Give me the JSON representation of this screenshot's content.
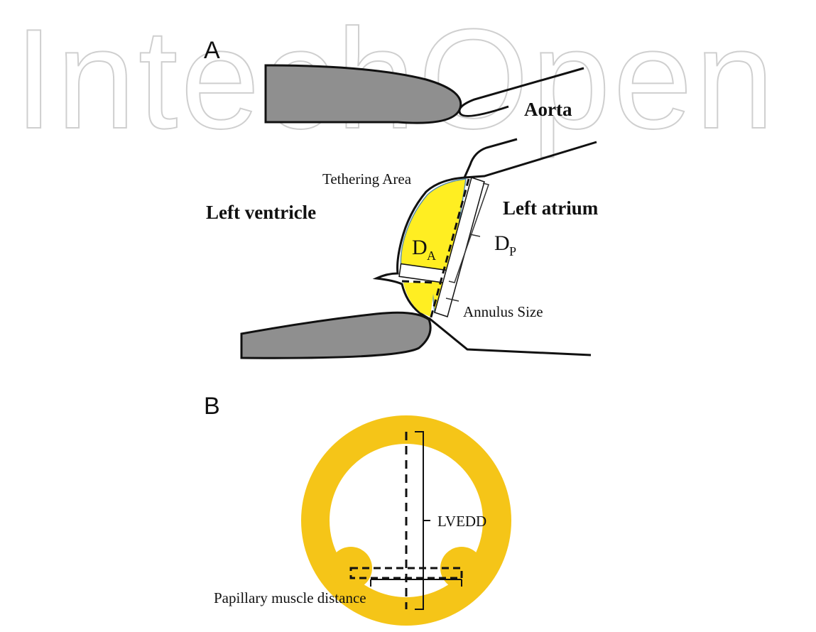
{
  "watermark": {
    "text": "IntechOpen",
    "color": "#cfcfcf"
  },
  "panel_a": {
    "letter": "A",
    "labels": {
      "aorta": "Aorta",
      "left_ventricle": "Left ventricle",
      "left_atrium": "Left atrium",
      "tethering_area": "Tethering Area",
      "annulus_size": "Annulus Size",
      "da_main": "D",
      "da_sub": "A",
      "dp_main": "D",
      "dp_sub": "P"
    },
    "colors": {
      "tissue": "#8f8f8f",
      "tethering": "#ffee22"
    }
  },
  "panel_b": {
    "letter": "B",
    "labels": {
      "lvedd": "LVEDD",
      "papillary_distance": "Papillary muscle distance"
    },
    "colors": {
      "ring": "#f5c518"
    }
  }
}
